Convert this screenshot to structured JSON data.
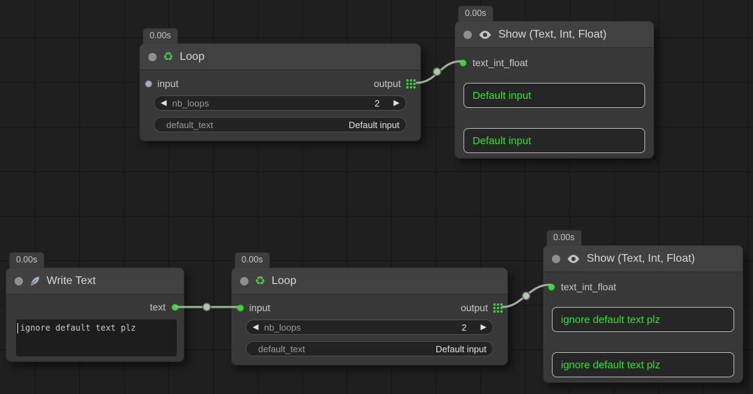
{
  "colors": {
    "accent_green": "#3fd43f",
    "text_green": "#35df35",
    "wire": "#9cb39a",
    "node_bg": "#383838",
    "canvas_bg": "#1f1f1f"
  },
  "nodes": {
    "loop_top": {
      "timer": "0.00s",
      "title": "Loop",
      "input_label": "input",
      "output_label": "output",
      "nb_loops_label": "nb_loops",
      "nb_loops_value": "2",
      "default_text_label": "default_text",
      "default_text_value": "Default input"
    },
    "show_top": {
      "timer": "0.00s",
      "title": "Show (Text, Int, Float)",
      "input_label": "text_int_float",
      "boxes": [
        "Default input",
        "Default input"
      ]
    },
    "write_text": {
      "timer": "0.00s",
      "title": "Write Text",
      "output_label": "text",
      "text_value": "ignore default text plz"
    },
    "loop_bottom": {
      "timer": "0.00s",
      "title": "Loop",
      "input_label": "input",
      "output_label": "output",
      "nb_loops_label": "nb_loops",
      "nb_loops_value": "2",
      "default_text_label": "default_text",
      "default_text_value": "Default input"
    },
    "show_bottom": {
      "timer": "0.00s",
      "title": "Show (Text, Int, Float)",
      "input_label": "text_int_float",
      "boxes": [
        "ignore default text plz",
        "ignore default text plz"
      ]
    }
  },
  "icons": {
    "recycle": "♻",
    "arrow_left": "◀",
    "arrow_right": "▶"
  }
}
